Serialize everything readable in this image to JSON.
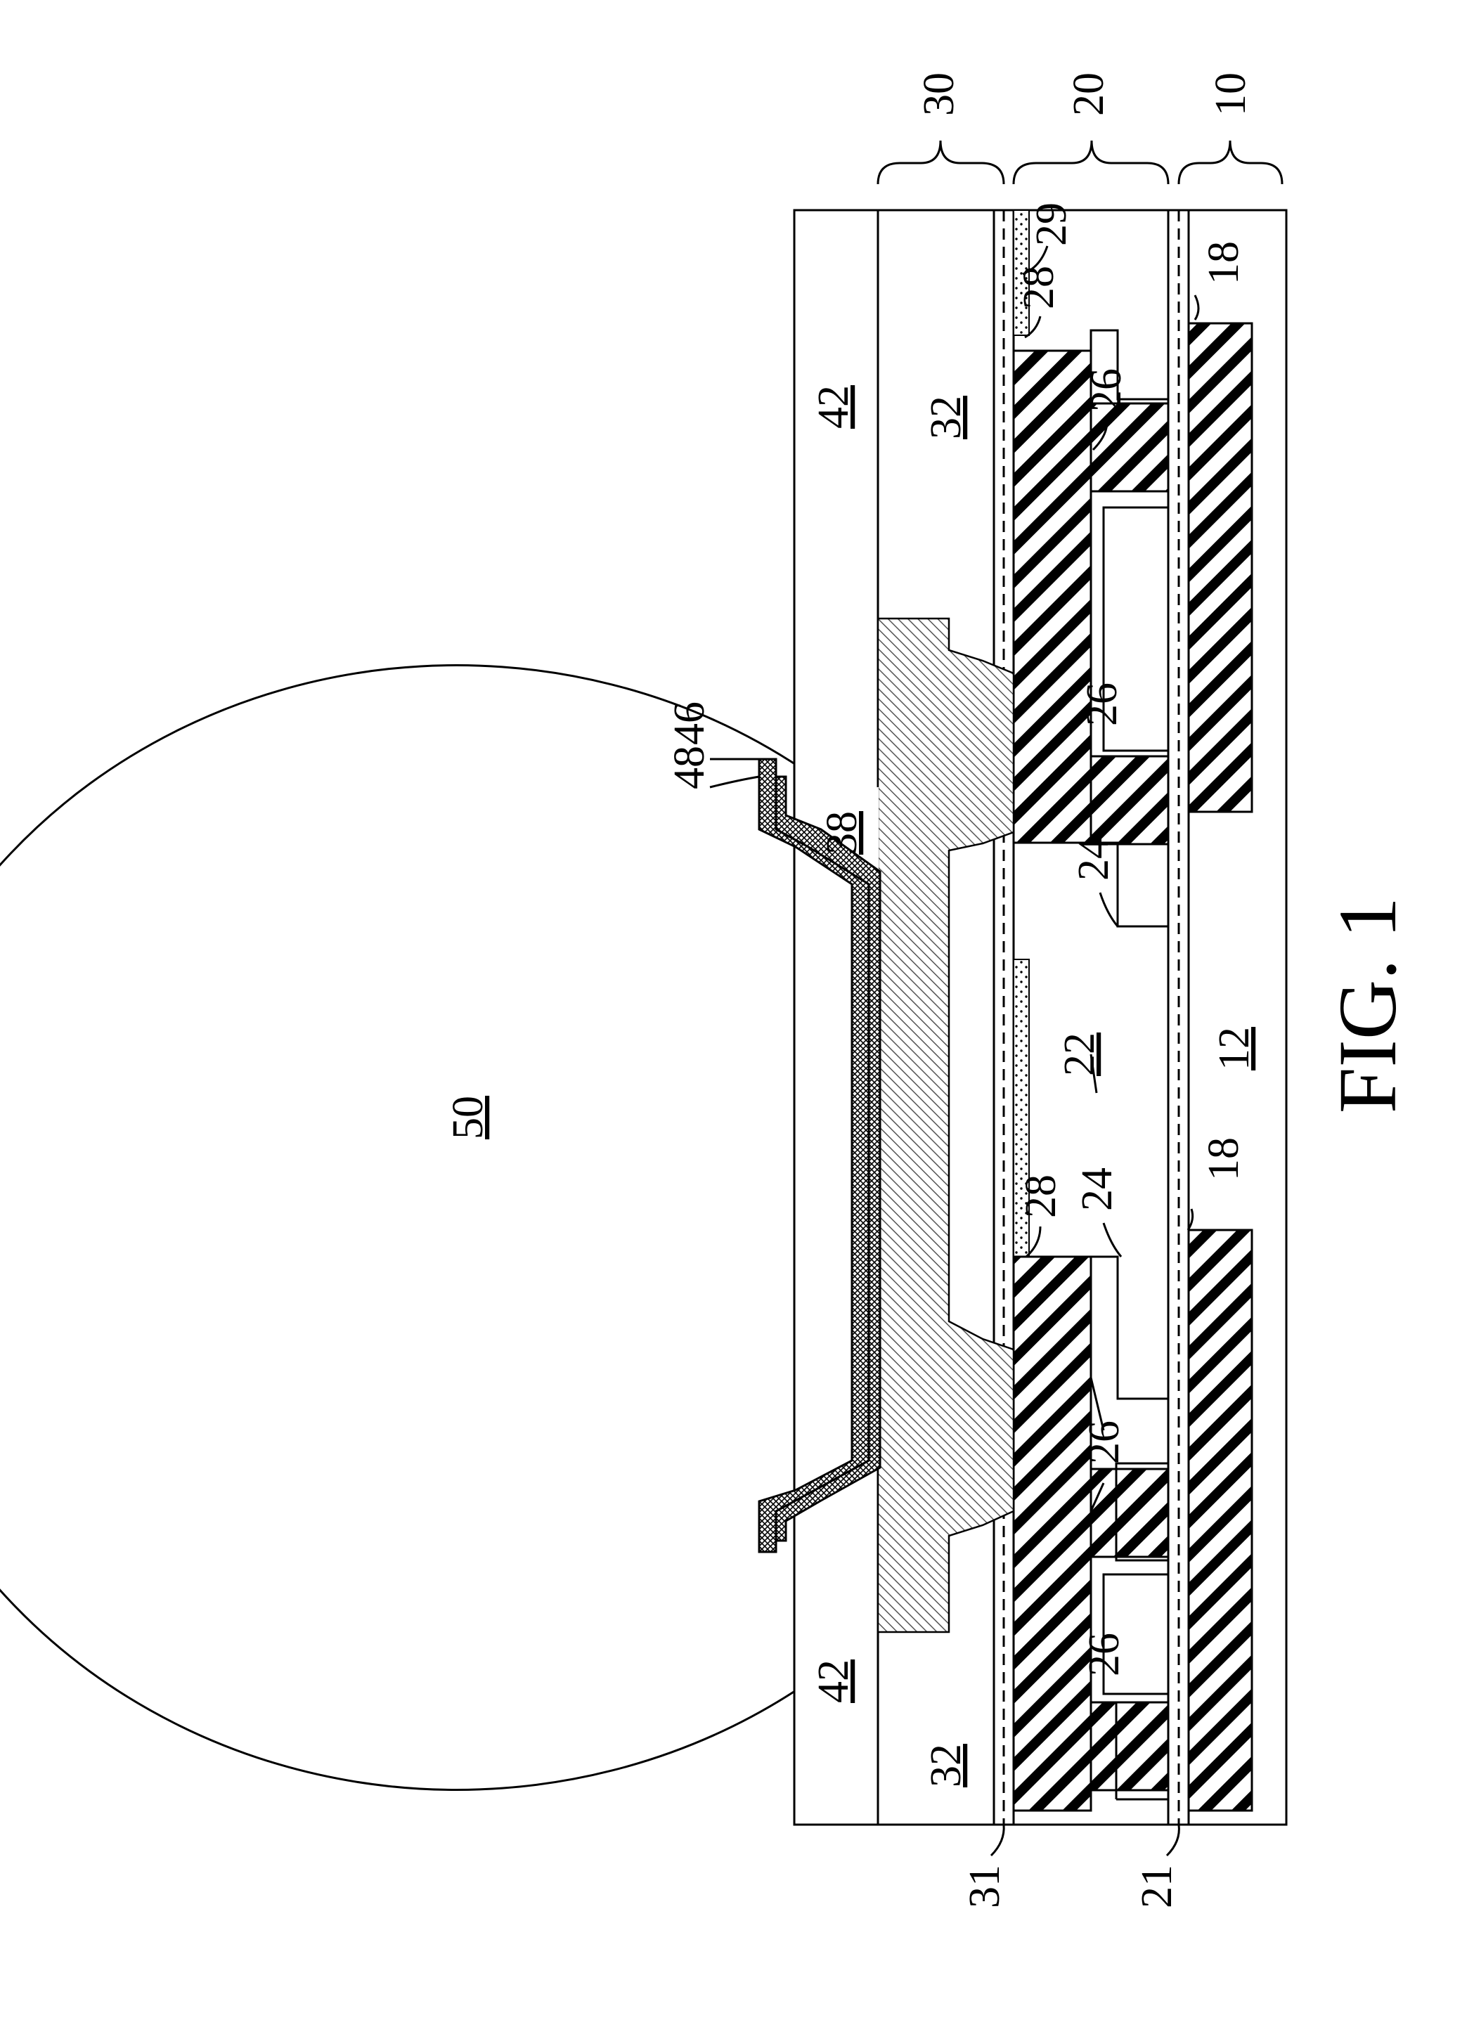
{
  "figure": {
    "caption": "FIG. 1",
    "labels": {
      "ball": "50",
      "solder_mask_left": "42",
      "solder_mask_right": "42",
      "ubm_top": "48",
      "ubm_bottom": "46",
      "pad": "38",
      "dielectric_left": "32",
      "dielectric_right": "32",
      "etch_stop_top": "31",
      "etch_stop_bottom": "21",
      "cap_layer": "29",
      "upper_metal_left": "28",
      "upper_metal_right": "28",
      "liner_left": "24",
      "liner_right": "24",
      "via_1": "26",
      "via_2": "26",
      "via_3": "26",
      "via_4": "26",
      "ild": "22",
      "lower_metal_left": "18",
      "lower_metal_right": "18",
      "substrate": "12",
      "region_top": "30",
      "region_mid": "20",
      "region_bottom": "10"
    }
  }
}
